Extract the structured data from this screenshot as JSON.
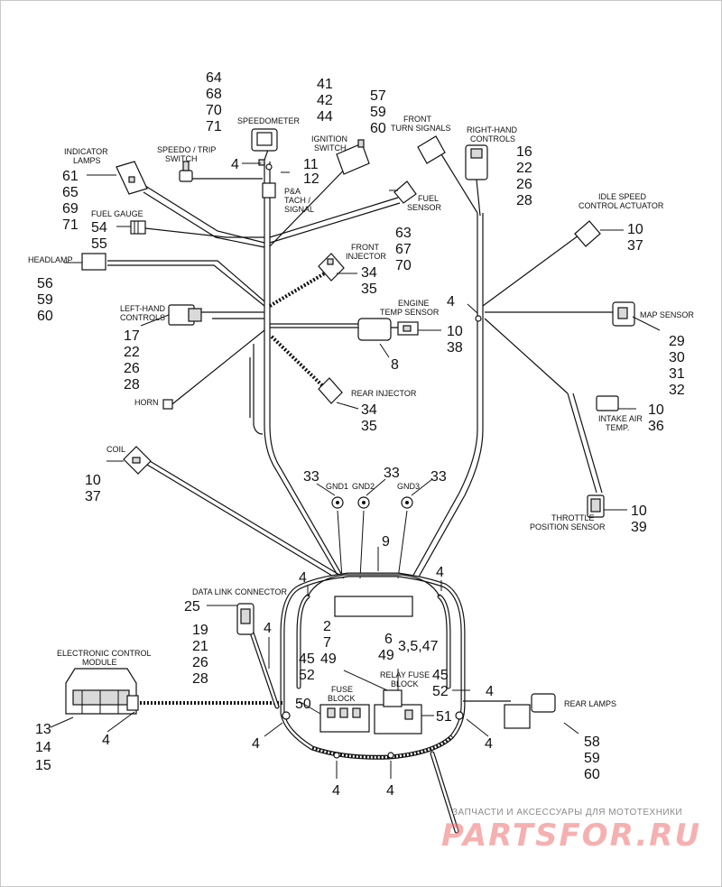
{
  "labels": {
    "speedometer": "SPEEDOMETER",
    "speedo_trip_1": "SPEEDO / TRIP",
    "speedo_trip_2": "SWITCH",
    "indicator_1": "INDICATOR",
    "indicator_2": "LAMPS",
    "ignition_1": "IGNITION",
    "ignition_2": "SWITCH",
    "front_turn_1": "FRONT",
    "front_turn_2": "TURN SIGNALS",
    "right_hand_1": "RIGHT-HAND",
    "right_hand_2": "CONTROLS",
    "fuel_gauge": "FUEL GAUGE",
    "pa_1": "P&A",
    "pa_2": "TACH  /",
    "pa_3": "SIGNAL",
    "fuel_sensor_1": "FUEL",
    "fuel_sensor_2": "SENSOR",
    "idle_1": "IDLE SPEED",
    "idle_2": "CONTROL ACTUATOR",
    "headlamp": "HEADLAMP",
    "front_inj_1": "FRONT",
    "front_inj_2": "INJECTOR",
    "left_hand_1": "LEFT-HAND",
    "left_hand_2": "CONTROLS",
    "engine_temp_1": "ENGINE",
    "engine_temp_2": "TEMP SENSOR",
    "map_sensor": "MAP SENSOR",
    "horn": "HORN",
    "rear_injector": "REAR INJECTOR",
    "intake_1": "INTAKE AIR",
    "intake_2": "TEMP.",
    "coil": "COIL",
    "gnd1": "GND1",
    "gnd2": "GND2",
    "gnd3": "GND3",
    "throttle_1": "THROTTLE",
    "throttle_2": "POSITION SENSOR",
    "dlc": "DATA LINK CONNECTOR",
    "ecm_1": "ELECTRONIC CONTROL",
    "ecm_2": "MODULE",
    "relay_1": "RELAY FUSE",
    "relay_2": "BLOCK",
    "fuse_1": "FUSE",
    "fuse_2": "BLOCK",
    "rear_lamps": "REAR LAMPS"
  },
  "callouts": {
    "c64": "64",
    "c68": "68",
    "c70a": "70",
    "c71a": "71",
    "c41": "41",
    "c42": "42",
    "c44": "44",
    "c57": "57",
    "c59a": "59",
    "c60a": "60",
    "c16": "16",
    "c22a": "22",
    "c26a": "26",
    "c28a": "28",
    "c4_speedo": "4",
    "c11": "11",
    "c12": "12",
    "c61": "61",
    "c65": "65",
    "c69": "69",
    "c71b": "71",
    "c54": "54",
    "c55": "55",
    "c63": "63",
    "c67": "67",
    "c70b": "70",
    "c10_idle": "10",
    "c37_idle": "37",
    "c56": "56",
    "c59b": "59",
    "c60b": "60",
    "c34a": "34",
    "c35a": "35",
    "c4_engine": "4",
    "c17": "17",
    "c22b": "22",
    "c26b": "26",
    "c28b": "28",
    "c10_et": "10",
    "c38": "38",
    "c29": "29",
    "c30": "30",
    "c31": "31",
    "c32": "32",
    "c8": "8",
    "c34b": "34",
    "c35b": "35",
    "c10_iat": "10",
    "c36": "36",
    "c10_coil": "10",
    "c37_coil": "37",
    "c33a": "33",
    "c33b": "33",
    "c33c": "33",
    "c10_tps": "10",
    "c39": "39",
    "c9": "9",
    "c4_left": "4",
    "c4_right": "4",
    "c25": "25",
    "c19": "19",
    "c21": "21",
    "c26c": "26",
    "c28c": "28",
    "c4_dlc": "4",
    "c2": "2",
    "c7": "7",
    "c6": "6",
    "c49a": "49",
    "c3547": "3,5,47",
    "c45a": "45",
    "c52a": "52",
    "c49b": "49",
    "c45b": "45",
    "c52b": "52",
    "c4_relay": "4",
    "c50": "50",
    "c51": "51",
    "c13": "13",
    "c14": "14",
    "c15": "15",
    "c4_ecm": "4",
    "c4_bl": "4",
    "c4_br": "4",
    "c4_bot1": "4",
    "c4_bot2": "4",
    "c58": "58",
    "c59c": "59",
    "c60c": "60"
  },
  "watermark": {
    "line1": "ЗАПЧАСТИ И АКСЕССУАРЫ ДЛЯ МОТОТЕХНИКИ",
    "line2": "PARTSFOR.RU"
  }
}
